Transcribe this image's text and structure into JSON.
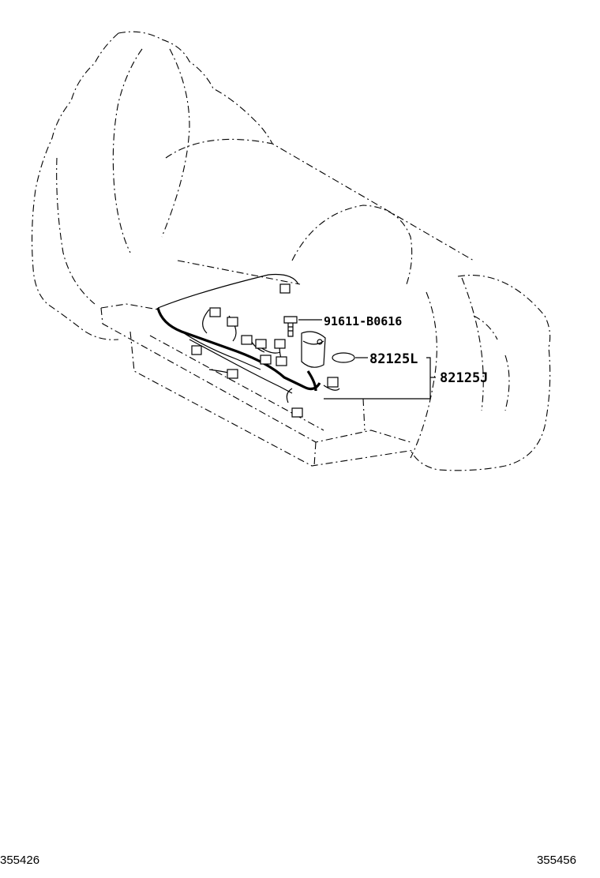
{
  "parts": [
    {
      "id": "bolt",
      "number": "91611-B0616"
    },
    {
      "id": "gasket",
      "number": "82125L"
    },
    {
      "id": "harness",
      "number": "82125J"
    }
  ],
  "footer": {
    "left_code": "355426",
    "right_code": "355456"
  }
}
